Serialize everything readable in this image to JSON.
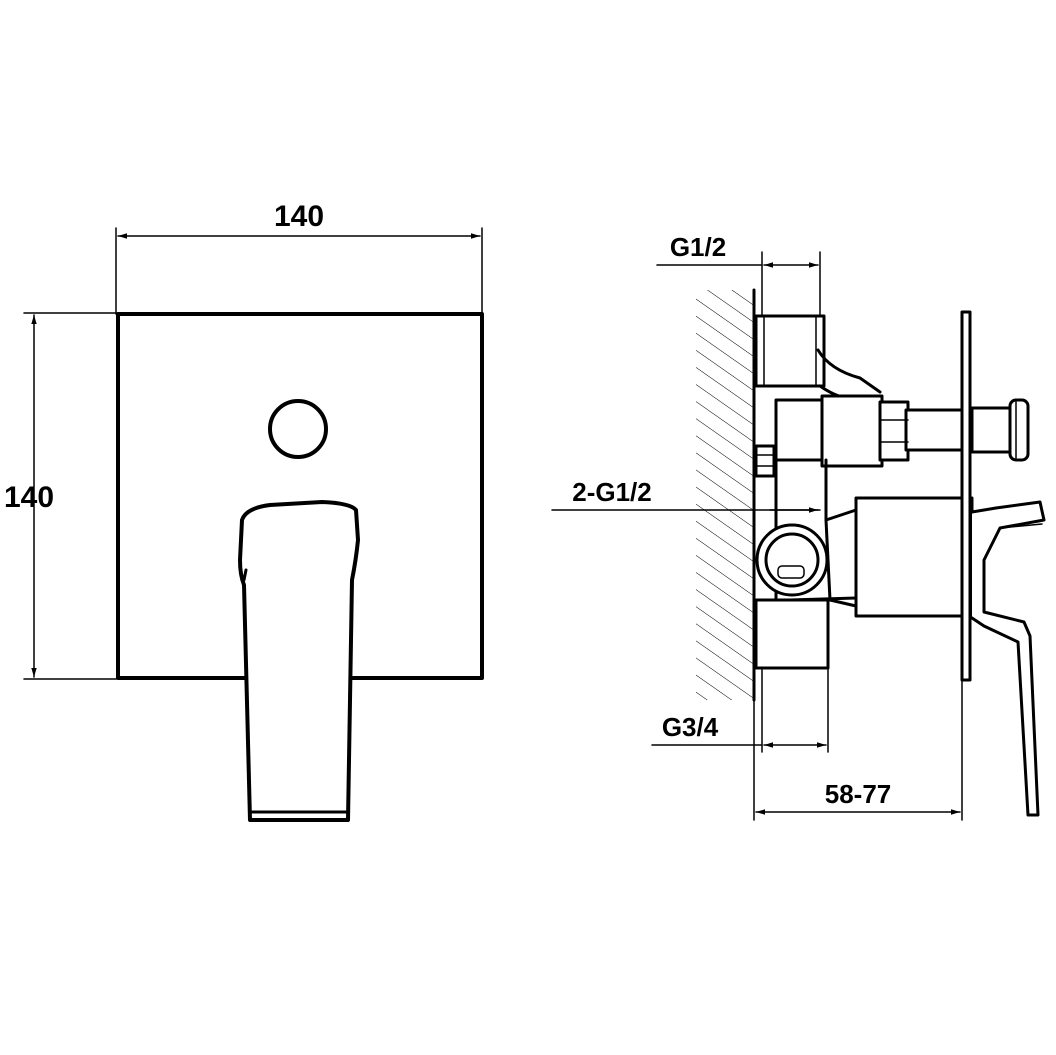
{
  "front_view": {
    "width_label": "140",
    "height_label": "140"
  },
  "side_view": {
    "top_connection_label": "G1/2",
    "side_connection_label": "2-G1/2",
    "bottom_connection_label": "G3/4",
    "depth_label": "58-77"
  },
  "colors": {
    "line": "#000000",
    "background": "#ffffff"
  }
}
